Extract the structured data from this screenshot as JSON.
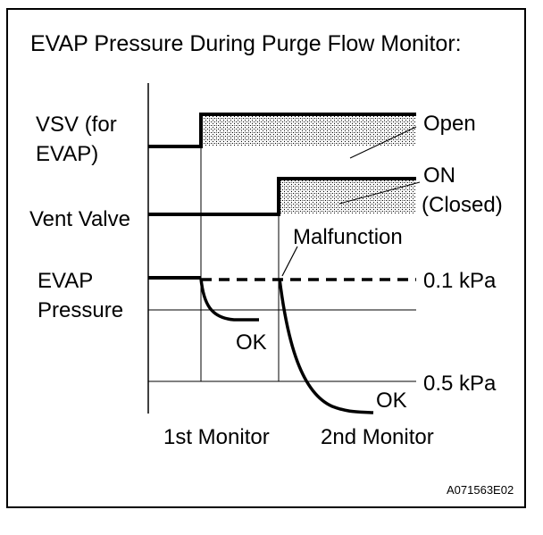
{
  "title": "EVAP Pressure During Purge Flow Monitor:",
  "signals": {
    "vsv_line1": "VSV (for",
    "vsv_line2": "EVAP)",
    "vent_valve": "Vent Valve",
    "evap_line1": "EVAP",
    "evap_line2": "Pressure"
  },
  "callouts": {
    "open": "Open",
    "on": "ON",
    "closed": "(Closed)",
    "malfunction": "Malfunction",
    "ok_first": "OK",
    "ok_second": "OK"
  },
  "pressure_levels": {
    "upper": "0.1 kPa",
    "lower": "0.5 kPa"
  },
  "monitors": {
    "first": "1st Monitor",
    "second": "2nd Monitor"
  },
  "figure_code": "A071563E02",
  "colors": {
    "ink": "#000000",
    "background": "#ffffff",
    "stipple": "#bdbdbd"
  }
}
